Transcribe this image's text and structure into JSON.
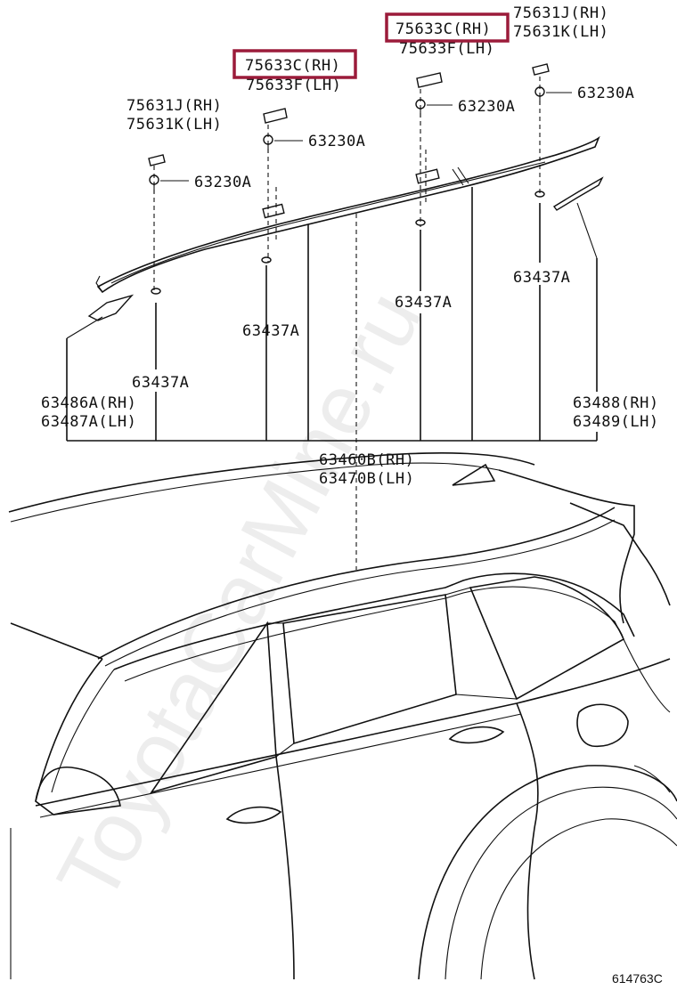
{
  "labels": {
    "top_right_j": "75631J(RH)",
    "top_right_k": "75631K(LH)",
    "center_c": "75633C(RH)",
    "center_f": "75633F(LH)",
    "left_c": "75633C(RH)",
    "left_f": "75633F(LH)",
    "left_j": "75631J(RH)",
    "left_k": "75631K(LH)",
    "screw_a": "63230A",
    "screw_b": "63230A",
    "screw_c": "63230A",
    "screw_d": "63230A",
    "clip_right": "63437A",
    "clip_center": "63437A",
    "clip_left_mid": "63437A",
    "clip_left": "63437A",
    "end_left_rh": "63486A(RH)",
    "end_left_lh": "63487A(LH)",
    "end_right_rh": "63488(RH)",
    "end_right_lh": "63489(LH)",
    "rail_rh": "63460B(RH)",
    "rail_lh": "63470B(LH)",
    "diagram_id": "614763C"
  },
  "watermark": "ToyotaCarMine.ru",
  "highlight_color": "#9b1b3a"
}
